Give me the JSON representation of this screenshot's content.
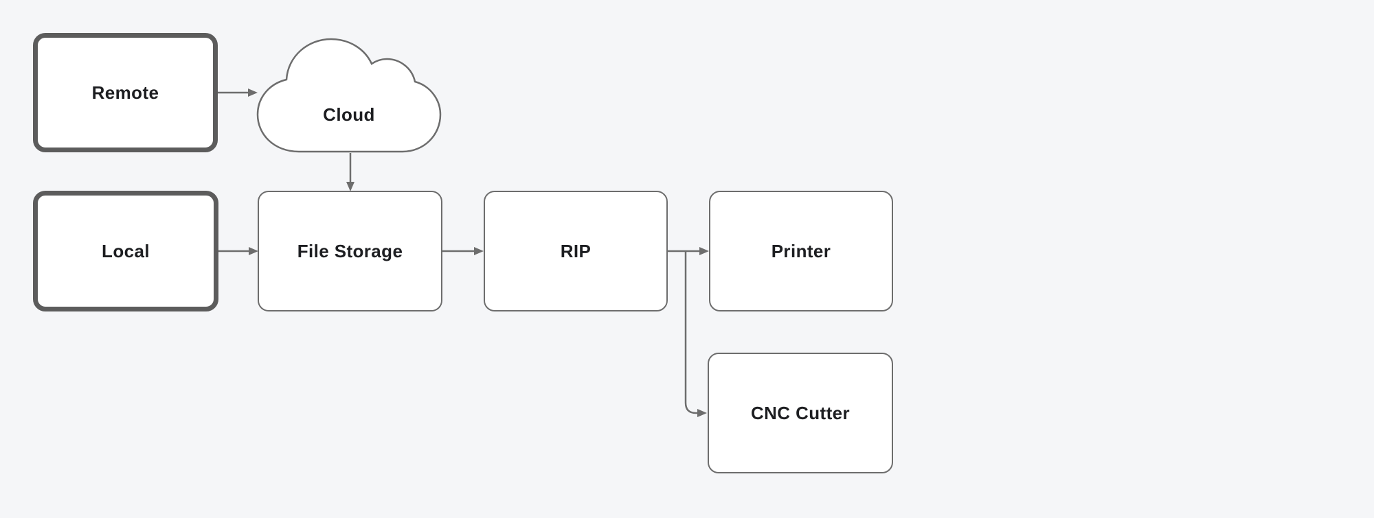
{
  "diagram": {
    "type": "flowchart",
    "background_color": "#f5f6f8",
    "node_fill_color": "#ffffff",
    "node_border_color": "#6d6d6d",
    "emphasis_border_color": "#5c5c5c",
    "arrow_color": "#6d6d6d",
    "text_color": "#1d1e21",
    "nodes": [
      {
        "id": "remote",
        "label": "Remote",
        "shape": "rounded-rect",
        "emphasis": true
      },
      {
        "id": "cloud",
        "label": "Cloud",
        "shape": "cloud",
        "emphasis": false
      },
      {
        "id": "local",
        "label": "Local",
        "shape": "rounded-rect",
        "emphasis": true
      },
      {
        "id": "file-storage",
        "label": "File Storage",
        "shape": "rounded-rect",
        "emphasis": false
      },
      {
        "id": "rip",
        "label": "RIP",
        "shape": "rounded-rect",
        "emphasis": false
      },
      {
        "id": "printer",
        "label": "Printer",
        "shape": "rounded-rect",
        "emphasis": false
      },
      {
        "id": "cnc-cutter",
        "label": "CNC Cutter",
        "shape": "rounded-rect",
        "emphasis": false
      }
    ],
    "edges": [
      {
        "from": "Remote",
        "to": "Cloud"
      },
      {
        "from": "Cloud",
        "to": "File Storage"
      },
      {
        "from": "Local",
        "to": "File Storage"
      },
      {
        "from": "File Storage",
        "to": "RIP"
      },
      {
        "from": "RIP",
        "to": "Printer"
      },
      {
        "from": "RIP",
        "to": "CNC Cutter"
      }
    ]
  }
}
